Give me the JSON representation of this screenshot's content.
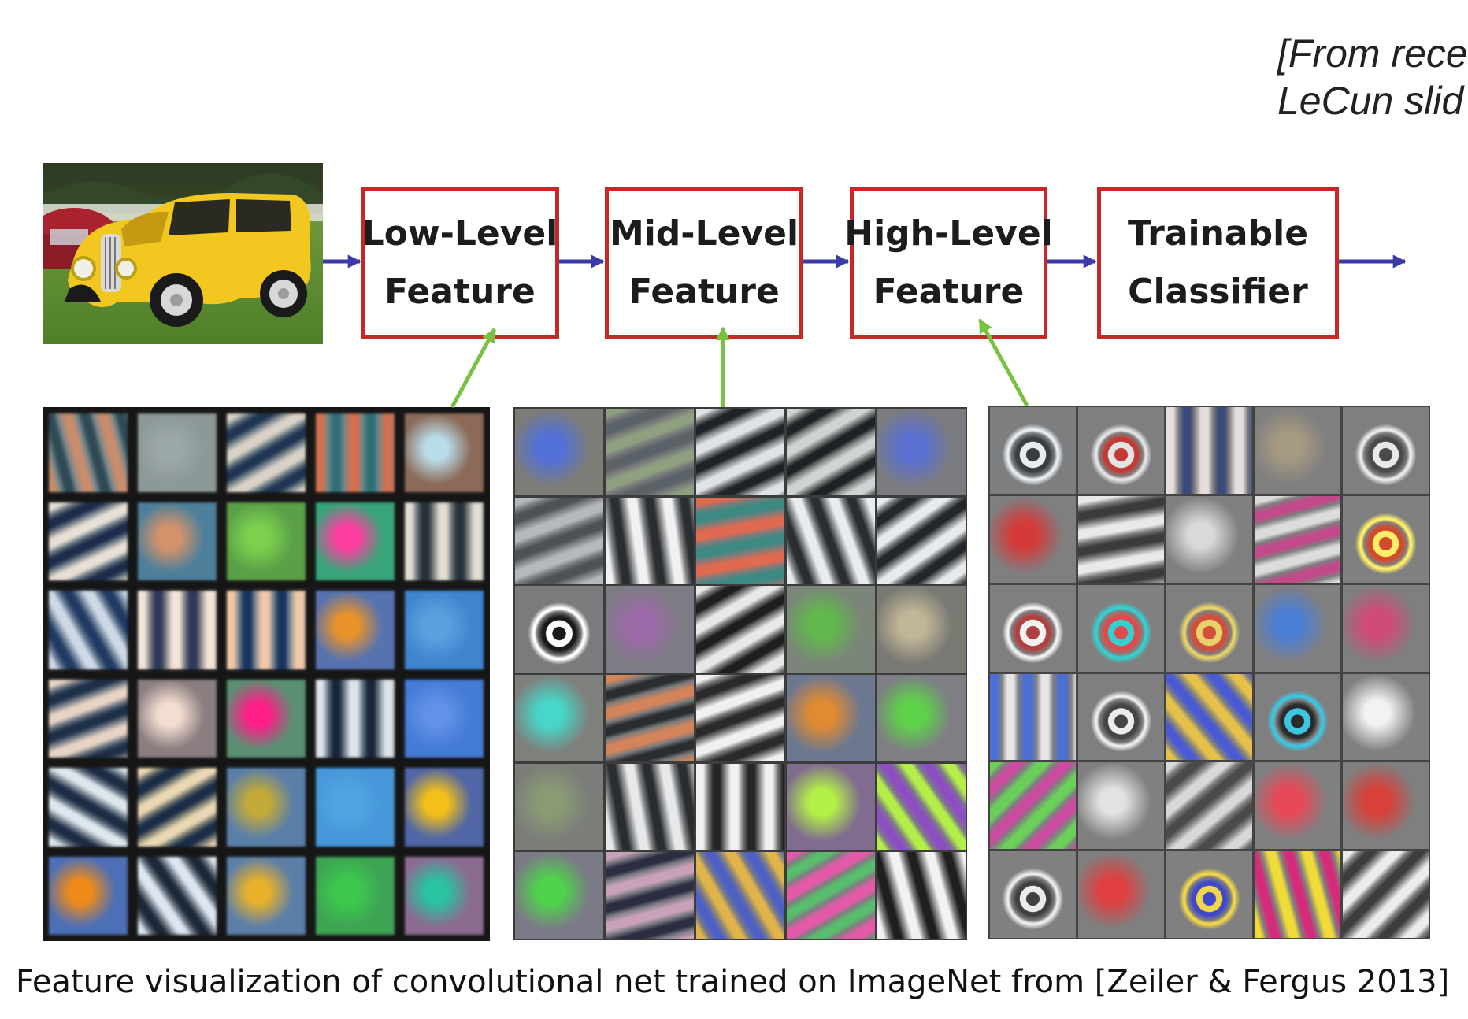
{
  "citation": {
    "line1": "[From rece",
    "line2": "LeCun slid"
  },
  "pipeline": {
    "input_image": "yellow vintage car photo",
    "stages": [
      {
        "line1": "Low-Level",
        "line2": "Feature"
      },
      {
        "line1": "Mid-Level",
        "line2": "Feature"
      },
      {
        "line1": "High-Level",
        "line2": "Feature"
      },
      {
        "line1": "Trainable",
        "line2": "Classifier"
      }
    ],
    "colors": {
      "box_border": "#c62828",
      "flow_arrow": "#3a3aa8",
      "feature_arrow": "#7ac143"
    }
  },
  "feature_grids": {
    "rows": 6,
    "columns": 5,
    "low_level": {
      "background": "#161616",
      "tiles": [
        {
          "type": "stripes",
          "angle": -15,
          "a": "#c98c6d",
          "b": "#2f4a55",
          "base": "#7a8a8f"
        },
        {
          "type": "blob",
          "a": "#9ca7a8",
          "b": "#7f8f92",
          "base": "#8d9899"
        },
        {
          "type": "stripes",
          "angle": 60,
          "a": "#dad2c7",
          "b": "#1f3552",
          "base": "#6f7f88"
        },
        {
          "type": "stripes",
          "angle": 0,
          "a": "#d2704f",
          "b": "#2f6f78",
          "base": "#72888c"
        },
        {
          "type": "blob",
          "a": "#b9dde8",
          "b": "#6b2a1c",
          "base": "#8b6a58"
        },
        {
          "type": "stripes",
          "angle": 65,
          "a": "#e8e0d6",
          "b": "#1d2c4a",
          "base": "#6c7a85"
        },
        {
          "type": "blob",
          "a": "#d4926a",
          "b": "#2c7aa2",
          "base": "#4d7f9b"
        },
        {
          "type": "blob",
          "a": "#7bd04e",
          "b": "#4a8a3e",
          "base": "#5aa046"
        },
        {
          "type": "blob",
          "a": "#ff3fa0",
          "b": "#2fbf64",
          "base": "#3aa47a"
        },
        {
          "type": "stripes",
          "angle": 0,
          "a": "#e2dcd2",
          "b": "#26323a",
          "base": "#757b7d"
        },
        {
          "type": "stripes",
          "angle": -30,
          "a": "#cfd9e6",
          "b": "#203a63",
          "base": "#6b7f98"
        },
        {
          "type": "stripes",
          "angle": 0,
          "a": "#f3e4d8",
          "b": "#2d3a58",
          "base": "#88848a"
        },
        {
          "type": "stripes",
          "angle": 0,
          "a": "#f0c8a8",
          "b": "#15355e",
          "base": "#7b8794"
        },
        {
          "type": "blob",
          "a": "#e9922a",
          "b": "#3e5ebd",
          "base": "#5673b0"
        },
        {
          "type": "blob",
          "a": "#5aa2df",
          "b": "#2e6fbe",
          "base": "#3f86cf"
        },
        {
          "type": "stripes",
          "angle": 70,
          "a": "#e8d4c4",
          "b": "#1d3048",
          "base": "#6d7683"
        },
        {
          "type": "blob",
          "a": "#f3ddd0",
          "b": "#203852",
          "base": "#8a7e80"
        },
        {
          "type": "blob",
          "a": "#ff1e87",
          "b": "#3c8c5a",
          "base": "#5b8f74"
        },
        {
          "type": "stripes",
          "angle": 0,
          "a": "#dde4ea",
          "b": "#18263a",
          "base": "#6e7c8c"
        },
        {
          "type": "blob",
          "a": "#6291e8",
          "b": "#2a64c4",
          "base": "#447bd6"
        },
        {
          "type": "stripes",
          "angle": -60,
          "a": "#dfe7ee",
          "b": "#1c2c44",
          "base": "#6b7988"
        },
        {
          "type": "stripes",
          "angle": 60,
          "a": "#ead7b3",
          "b": "#1a2c46",
          "base": "#72786f"
        },
        {
          "type": "blob",
          "a": "#c4aa38",
          "b": "#2f6fd6",
          "base": "#5a7fa8"
        },
        {
          "type": "blob",
          "a": "#4fa6e0",
          "b": "#3f88d6",
          "base": "#4797da"
        },
        {
          "type": "blob",
          "a": "#f4c018",
          "b": "#3b5ad0",
          "base": "#5066a6"
        },
        {
          "type": "blob",
          "a": "#f08a18",
          "b": "#2d66c9",
          "base": "#4d6fb6"
        },
        {
          "type": "stripes",
          "angle": -35,
          "a": "#dde6f1",
          "b": "#1c2738",
          "base": "#6a7581"
        },
        {
          "type": "blob",
          "a": "#e7b12b",
          "b": "#2f68cf",
          "base": "#5c7fa8"
        },
        {
          "type": "blob",
          "a": "#3dc84d",
          "b": "#2b8a3a",
          "base": "#3ea454"
        },
        {
          "type": "blob",
          "a": "#29c3a0",
          "b": "#d93a78",
          "base": "#8b6b90"
        }
      ]
    },
    "mid_level": {
      "background": "#3c3c3c",
      "tiles": [
        {
          "type": "blob",
          "a": "#5270d8",
          "b": "#c4a45a",
          "base": "#7d7d78"
        },
        {
          "type": "stripes",
          "angle": 70,
          "a": "#8fa080",
          "b": "#5a6268",
          "base": "#77797a"
        },
        {
          "type": "stripes",
          "angle": 65,
          "a": "#dfe2e6",
          "b": "#1f2226",
          "base": "#7c7e80"
        },
        {
          "type": "stripes",
          "angle": 60,
          "a": "#cfd3d3",
          "b": "#1e2224",
          "base": "#7b7d7d"
        },
        {
          "type": "blob",
          "a": "#5a6fd0",
          "b": "#7e8290",
          "base": "#7a7c82"
        },
        {
          "type": "stripes",
          "angle": 70,
          "a": "#b4b9be",
          "b": "#4d5256",
          "base": "#7c7e80"
        },
        {
          "type": "stripes",
          "angle": -8,
          "a": "#f1f1f1",
          "b": "#2a2d31",
          "base": "#7e8082"
        },
        {
          "type": "stripes",
          "angle": 80,
          "a": "#e06a4f",
          "b": "#3c8a82",
          "base": "#7c7c7c"
        },
        {
          "type": "stripes",
          "angle": -20,
          "a": "#e9ecef",
          "b": "#2a2e33",
          "base": "#7d7f81"
        },
        {
          "type": "stripes",
          "angle": 55,
          "a": "#e8ebee",
          "b": "#23272b",
          "base": "#7a7c7e"
        },
        {
          "type": "ring",
          "a": "#ffffff",
          "b": "#1a1a1a",
          "base": "#7a7b7c"
        },
        {
          "type": "blob",
          "a": "#9c6aa8",
          "b": "#5f8fb0",
          "base": "#7d7c84"
        },
        {
          "type": "stripes",
          "angle": 60,
          "a": "#e8e8e8",
          "b": "#1e1e1e",
          "base": "#7b7b7b"
        },
        {
          "type": "blob",
          "a": "#61b84c",
          "b": "#7c8a7a",
          "base": "#7b857a"
        },
        {
          "type": "blob",
          "a": "#c2b698",
          "b": "#3a3a33",
          "base": "#7a7a74"
        },
        {
          "type": "blob",
          "a": "#47d6c7",
          "b": "#d94a35",
          "base": "#7f7f7c"
        },
        {
          "type": "stripes",
          "angle": 75,
          "a": "#d4845a",
          "b": "#292c31",
          "base": "#7b7b7b"
        },
        {
          "type": "stripes",
          "angle": 70,
          "a": "#f0f0f0",
          "b": "#2a2a2a",
          "base": "#7c7c7c"
        },
        {
          "type": "blob",
          "a": "#e08a32",
          "b": "#3f62c7",
          "base": "#6c7890"
        },
        {
          "type": "blob",
          "a": "#5ed14a",
          "b": "#a050c2",
          "base": "#7e7e84"
        },
        {
          "type": "blob",
          "a": "#8a9a74",
          "b": "#767a7a",
          "base": "#7b7d79"
        },
        {
          "type": "stripes",
          "angle": -10,
          "a": "#e6e8ea",
          "b": "#2a2d30",
          "base": "#7c7e80"
        },
        {
          "type": "stripes",
          "angle": 0,
          "a": "#f1f1f1",
          "b": "#262626",
          "base": "#7d7d7d"
        },
        {
          "type": "blob",
          "a": "#b5f048",
          "b": "#9a3ad0",
          "base": "#7f6c8e"
        },
        {
          "type": "stripes",
          "angle": -35,
          "a": "#b4ee48",
          "b": "#8d4ec2",
          "base": "#7d7b86"
        },
        {
          "type": "blob",
          "a": "#4fd34a",
          "b": "#a94ccf",
          "base": "#7b7a87"
        },
        {
          "type": "stripes",
          "angle": 75,
          "a": "#c9a2b8",
          "b": "#2a2e40",
          "base": "#7a7a82"
        },
        {
          "type": "stripes",
          "angle": -30,
          "a": "#e0b44a",
          "b": "#4e60c4",
          "base": "#7c7c84"
        },
        {
          "type": "stripes",
          "angle": 60,
          "a": "#e45aa8",
          "b": "#58bd6c",
          "base": "#7e7e80"
        },
        {
          "type": "stripes",
          "angle": -15,
          "a": "#f2f2f2",
          "b": "#1f1f1f",
          "base": "#7c7c7c"
        }
      ]
    },
    "high_level": {
      "background": "#434343",
      "tiles": [
        {
          "type": "ring",
          "a": "#e8ecef",
          "b": "#3a3d40",
          "base": "#7d7e80"
        },
        {
          "type": "ring",
          "a": "#e3e3e3",
          "b": "#c23a34",
          "base": "#7f7f7f"
        },
        {
          "type": "stripes",
          "angle": 0,
          "a": "#e6dede",
          "b": "#3a4a7a",
          "base": "#808080"
        },
        {
          "type": "blob",
          "a": "#a69a82",
          "b": "#6c6c70",
          "base": "#7f7f7f"
        },
        {
          "type": "ring",
          "a": "#e9e9e9",
          "b": "#4a4a4a",
          "base": "#7f7f7f"
        },
        {
          "type": "blob",
          "a": "#d43a3a",
          "b": "#4c8ad2",
          "base": "#7f7f80"
        },
        {
          "type": "stripes",
          "angle": 80,
          "a": "#e9e9e9",
          "b": "#3b3b3b",
          "base": "#7f7f7f"
        },
        {
          "type": "blob",
          "a": "#d9d9d9",
          "b": "#3c3c3c",
          "base": "#808080"
        },
        {
          "type": "stripes",
          "angle": 75,
          "a": "#dcdcdc",
          "b": "#c24a8a",
          "base": "#7f7f7f"
        },
        {
          "type": "ring",
          "a": "#ffef68",
          "b": "#d24a2c",
          "base": "#808080"
        },
        {
          "type": "ring",
          "a": "#f1f1f1",
          "b": "#b04040",
          "base": "#7f7f7f"
        },
        {
          "type": "ring",
          "a": "#35d0d0",
          "b": "#e04a4a",
          "base": "#808080"
        },
        {
          "type": "ring",
          "a": "#e6d16a",
          "b": "#d24f3a",
          "base": "#7f7f7f"
        },
        {
          "type": "blob",
          "a": "#4b7ed6",
          "b": "#e1514a",
          "base": "#808080"
        },
        {
          "type": "blob",
          "a": "#d04a7a",
          "b": "#e9e9e9",
          "base": "#7f7f7f"
        },
        {
          "type": "stripes",
          "angle": 0,
          "a": "#4a70d4",
          "b": "#e6e6e6",
          "base": "#808080"
        },
        {
          "type": "ring",
          "a": "#ececec",
          "b": "#444444",
          "base": "#7f7f7f"
        },
        {
          "type": "stripes",
          "angle": -40,
          "a": "#e6c14a",
          "b": "#4a5ad4",
          "base": "#808080"
        },
        {
          "type": "ring",
          "a": "#3ec6e0",
          "b": "#2a2a2a",
          "base": "#7f7f7f"
        },
        {
          "type": "blob",
          "a": "#f2f2f2",
          "b": "#333333",
          "base": "#808080"
        },
        {
          "type": "stripes",
          "angle": 45,
          "a": "#6ad05a",
          "b": "#cc4aa0",
          "base": "#7f7f7f"
        },
        {
          "type": "blob",
          "a": "#e2e2e2",
          "b": "#6b6b6b",
          "base": "#808080"
        },
        {
          "type": "stripes",
          "angle": 50,
          "a": "#d8d8d8",
          "b": "#4a4a4a",
          "base": "#7f7f7f"
        },
        {
          "type": "blob",
          "a": "#e84858",
          "b": "#48c8b0",
          "base": "#808080"
        },
        {
          "type": "blob",
          "a": "#d8403a",
          "b": "#f2f2f2",
          "base": "#7f7f7f"
        },
        {
          "type": "ring",
          "a": "#ebebeb",
          "b": "#3f3f3f",
          "base": "#808080"
        },
        {
          "type": "blob",
          "a": "#e04040",
          "b": "#44c0c8",
          "base": "#7f7f7f"
        },
        {
          "type": "ring",
          "a": "#f0d648",
          "b": "#3f48c8",
          "base": "#808080"
        },
        {
          "type": "stripes",
          "angle": -15,
          "a": "#f0dc38",
          "b": "#d62a7a",
          "base": "#7f7f7f"
        },
        {
          "type": "stripes",
          "angle": 45,
          "a": "#ececec",
          "b": "#3d3d3d",
          "base": "#808080"
        }
      ]
    }
  },
  "caption": "Feature visualization of convolutional net trained on ImageNet from [Zeiler & Fergus 2013]"
}
